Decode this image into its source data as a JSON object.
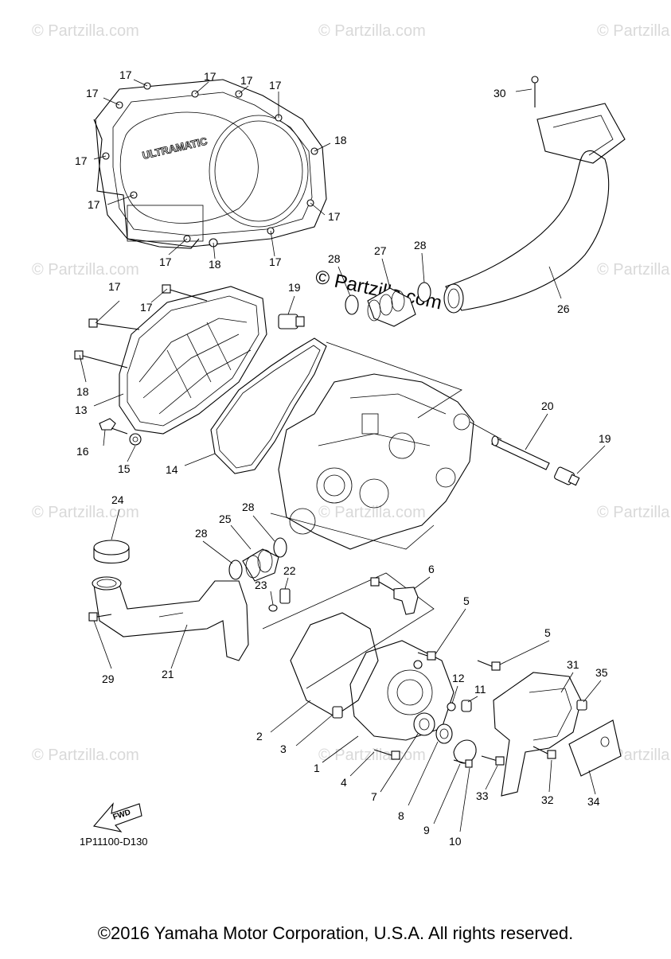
{
  "diagram": {
    "drawing_code": "1P11100-D130",
    "fwd_label": "FWD",
    "cover_logo": "ULTRAMATIC",
    "watermark": "© Partzilla.com",
    "watermark_center": "© Partzilla.com",
    "copyright": "©2016 Yamaha Motor Corporation, U.S.A. All rights reserved.",
    "callouts": {
      "c1": "1",
      "c2": "2",
      "c3": "3",
      "c4": "4",
      "c5a": "5",
      "c5b": "5",
      "c6": "6",
      "c7": "7",
      "c8": "8",
      "c9": "9",
      "c10": "10",
      "c11": "11",
      "c12": "12",
      "c13": "13",
      "c14": "14",
      "c15": "15",
      "c16": "16",
      "c17a": "17",
      "c17b": "17",
      "c17c": "17",
      "c17d": "17",
      "c17e": "17",
      "c17f": "17",
      "c17g": "17",
      "c17h": "17",
      "c17i": "17",
      "c17j": "17",
      "c17k": "17",
      "c17l": "17",
      "c18a": "18",
      "c18b": "18",
      "c18c": "18",
      "c19a": "19",
      "c19b": "19",
      "c20": "20",
      "c21": "21",
      "c22": "22",
      "c23": "23",
      "c24": "24",
      "c25": "25",
      "c26": "26",
      "c27": "27",
      "c28a": "28",
      "c28b": "28",
      "c28c": "28",
      "c28d": "28",
      "c29": "29",
      "c30": "30",
      "c31": "31",
      "c32": "32",
      "c33": "33",
      "c34": "34",
      "c35": "35"
    }
  }
}
